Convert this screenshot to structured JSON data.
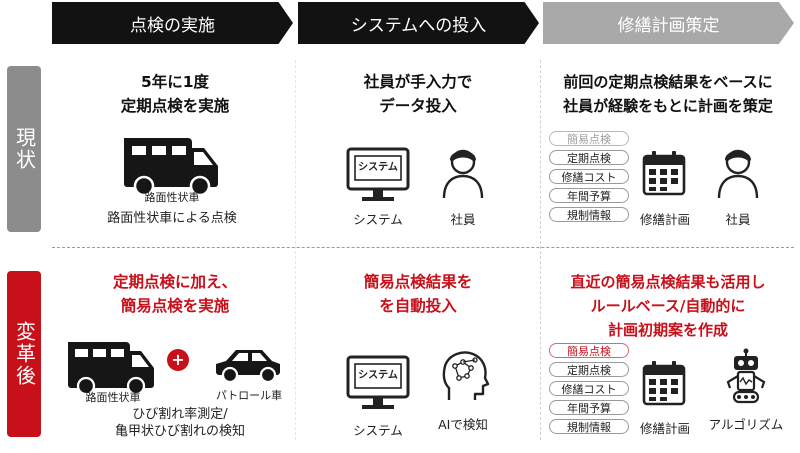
{
  "headers": [
    "点検の実施",
    "システムへの投入",
    "修繕計画策定"
  ],
  "rows": {
    "current": {
      "label": "現状",
      "inspection": {
        "title_lines": [
          "5年に1度",
          "定期点検を実施"
        ],
        "vehicle_label": "路面性状車",
        "caption": "路面性状車による点検"
      },
      "system": {
        "title_lines": [
          "社員が手入力で",
          "データ投入"
        ],
        "screen_text": "システム",
        "system_caption": "システム",
        "person_caption": "社員"
      },
      "planning": {
        "title_lines": [
          "前回の定期点検結果をベースに",
          "社員が経験をもとに計画を策定"
        ],
        "inputs": [
          "簡易点検",
          "定期点検",
          "修繕コスト",
          "年間予算",
          "規制情報"
        ],
        "plan_caption": "修繕計画",
        "person_caption": "社員"
      }
    },
    "future": {
      "label": "変革後",
      "inspection": {
        "title_lines": [
          "定期点検に加え、",
          "簡易点検を実施"
        ],
        "vehicle_label": "路面性状車",
        "car_label": "パトロール車",
        "plus": "+",
        "caption_lines": [
          "ひび割れ率測定/",
          "亀甲状ひび割れの検知"
        ]
      },
      "system": {
        "title_lines": [
          "簡易点検結果を",
          "を自動投入"
        ],
        "screen_text": "システム",
        "system_caption": "システム",
        "ai_caption": "AIで検知"
      },
      "planning": {
        "title_lines": [
          "直近の簡易点検結果も活用し",
          "ルールベース/自動的に",
          "計画初期案を作成"
        ],
        "inputs": [
          "簡易点検",
          "定期点検",
          "修繕コスト",
          "年間予算",
          "規制情報"
        ],
        "plan_caption": "修繕計画",
        "robot_caption": "アルゴリズム"
      }
    }
  },
  "colors": {
    "header_dark": "#121212",
    "header_grey": "#a9a9a9",
    "accent_red": "#c8101b",
    "side_grey": "#8c8c8c"
  },
  "icons": [
    "camper-truck-icon",
    "plus-circle-icon",
    "car-icon",
    "monitor-icon",
    "person-icon",
    "ai-head-icon",
    "calendar-grid-icon",
    "robot-icon"
  ]
}
